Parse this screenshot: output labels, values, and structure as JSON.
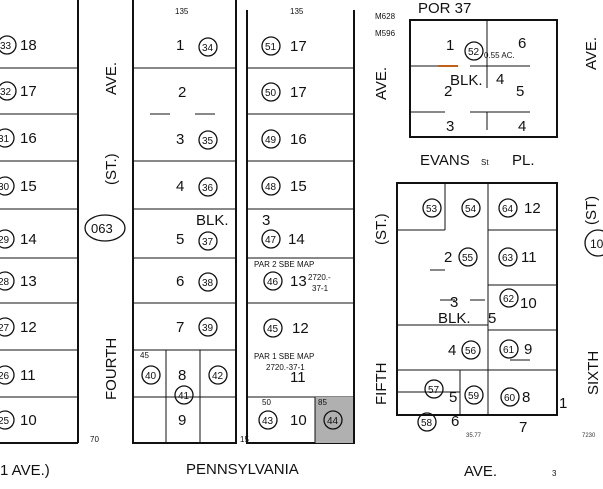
{
  "streets": {
    "fourth_ave_top": "AVE.",
    "fourth_st": "(ST.)",
    "fourth": "FOURTH",
    "fifth_ave_top": "AVE.",
    "fifth_st": "(ST.)",
    "fifth": "FIFTH",
    "evans": "EVANS",
    "evans_st": "St",
    "evans_pl": "PL.",
    "sixth_ave": "AVE.",
    "sixth_st": "(ST)",
    "sixth": "SIXTH",
    "pennsylvania": "PENNSYLVANIA",
    "pennsylvania_ave": "AVE.",
    "left_bottom": "1  AVE.)",
    "page_mark": "3"
  },
  "map_book_page": "063",
  "right_edge_parcel": "10",
  "left_block": [
    {
      "lot": "18",
      "parcel": "33"
    },
    {
      "lot": "17",
      "parcel": "32"
    },
    {
      "lot": "16",
      "parcel": "31"
    },
    {
      "lot": "15",
      "parcel": "30"
    },
    {
      "lot": "14",
      "parcel": "29"
    },
    {
      "lot": "13",
      "parcel": "28"
    },
    {
      "lot": "12",
      "parcel": "27"
    },
    {
      "lot": "11",
      "parcel": "26"
    },
    {
      "lot": "10",
      "parcel": "25"
    }
  ],
  "block3_west": [
    {
      "lot": "1",
      "parcel": "34"
    },
    {
      "lot": "2",
      "parcel": ""
    },
    {
      "lot": "3",
      "parcel": "35"
    },
    {
      "lot": "4",
      "parcel": "36"
    },
    {
      "lot": "5",
      "parcel": "37"
    },
    {
      "lot": "6",
      "parcel": "38"
    },
    {
      "lot": "7",
      "parcel": "39"
    },
    {
      "lot": "8",
      "parcel": "41"
    },
    {
      "lot": "9",
      "parcel": ""
    }
  ],
  "block3_west_extra": {
    "parcel_40": "40",
    "parcel_42": "42",
    "blk_label": "BLK.",
    "blk_number": "3"
  },
  "block3_east": [
    {
      "lot": "17",
      "parcel": "51"
    },
    {
      "lot": "17",
      "parcel": "50"
    },
    {
      "lot": "16",
      "parcel": "49"
    },
    {
      "lot": "15",
      "parcel": "48"
    },
    {
      "lot": "14",
      "parcel": "47"
    },
    {
      "lot": "13",
      "parcel": "46"
    },
    {
      "lot": "12",
      "parcel": "45"
    },
    {
      "lot": "11",
      "parcel": ""
    }
  ],
  "block3_bottom": {
    "parcel_43": "43",
    "lot_10": "10",
    "parcel_44": "44",
    "shade": "#b0b0b0"
  },
  "sbe_notes": {
    "par2": "PAR 2 SBE MAP",
    "par2_num1": "2720.-",
    "par2_num2": "37-1",
    "par1": "PAR 1 SBE MAP",
    "par1_num": "2720.-37-1"
  },
  "block4": {
    "por": "POR 37",
    "ref1": "M628",
    "ref2": "M596",
    "parcel": "52",
    "acreage": "0.55 AC.",
    "blk_label": "BLK.",
    "blk_number": "4",
    "lots": [
      "1",
      "2",
      "3",
      "6",
      "5",
      "4"
    ]
  },
  "block5": {
    "blk_label": "BLK.",
    "blk_number": "5",
    "parcels": {
      "p53": "53",
      "p54": "54",
      "p64": "64",
      "p55": "55",
      "p63": "63",
      "p62": "62",
      "p56": "56",
      "p61": "61",
      "p57": "57",
      "p59": "59",
      "p60": "60",
      "p58": "58"
    },
    "lots": {
      "l1": "1",
      "l2": "2",
      "l3": "3",
      "l4": "4",
      "l5": "5",
      "l6": "6",
      "l7": "7",
      "l8": "8",
      "l9": "9",
      "l10": "10",
      "l11": "11",
      "l12": "12"
    }
  },
  "dimensions": {
    "d135": "135",
    "d50": "50",
    "d45": "45",
    "d70": "70",
    "d15": "15",
    "d85": "85",
    "d3577": "35.77",
    "d7230": "7230"
  }
}
